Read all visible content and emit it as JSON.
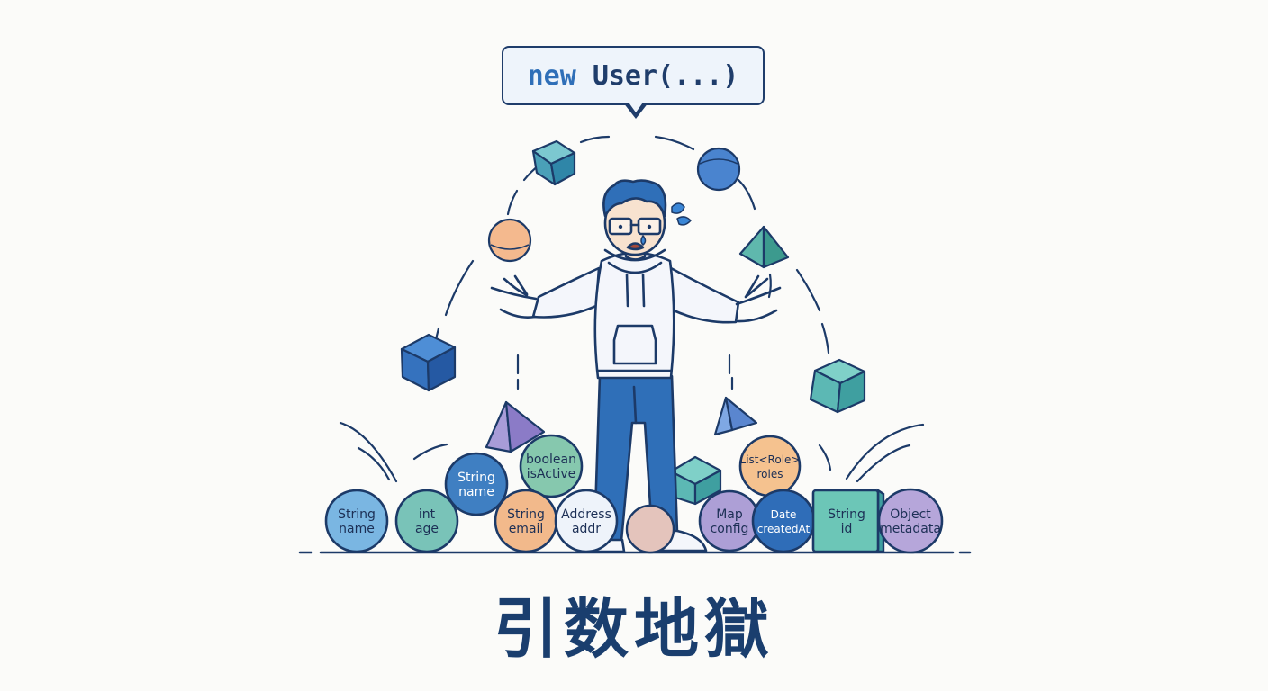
{
  "speech": {
    "keyword": "new",
    "call": "User(...)"
  },
  "title": "引数地獄",
  "params": [
    {
      "line1": "String",
      "line2": "name",
      "color": "#7ab6e2"
    },
    {
      "line1": "int",
      "line2": "age",
      "color": "#79c3b8"
    },
    {
      "line1": "String",
      "line2": "name",
      "color": "#3f7fc2"
    },
    {
      "line1": "boolean",
      "line2": "isActive",
      "color": "#86c8ae"
    },
    {
      "line1": "String",
      "line2": "email",
      "color": "#f2b98b"
    },
    {
      "line1": "Address",
      "line2": "addr",
      "color": "#eef3fa"
    },
    {
      "line1": "Map",
      "line2": "config",
      "color": "#ad9fd6"
    },
    {
      "line1": "List<Role>",
      "line2": "roles",
      "color": "#f5c28f"
    },
    {
      "line1": "Date",
      "line2": "createdAt",
      "color": "#2f6db8"
    },
    {
      "line1": "String",
      "line2": "id",
      "color": "#6cc6b7"
    },
    {
      "line1": "Object",
      "line2": "metadata",
      "color": "#b6a6da"
    }
  ],
  "colors": {
    "outline": "#1c3a68",
    "hoodie": "#f4f6fb",
    "jeans": "#2f6fb8",
    "hair": "#2f6fb8"
  }
}
